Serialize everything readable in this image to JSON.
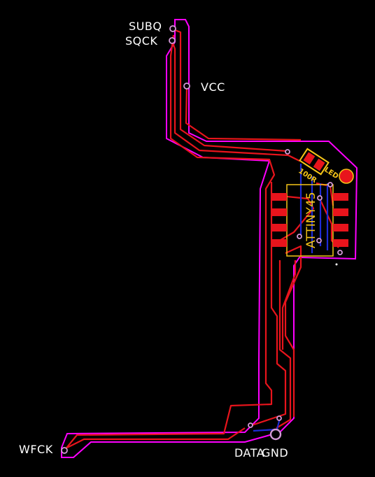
{
  "labels": {
    "subq": "SUBQ",
    "sqck": "SQCK",
    "vcc": "VCC",
    "wfck": "WFCK",
    "data": "DATA",
    "gnd": "GND",
    "chip": "ATTINY45",
    "led_resistor": "100R",
    "led": "LED"
  },
  "colors": {
    "background": "#000000",
    "outline": "#ff00ff",
    "trace_top": "#e8141c",
    "trace_bottom": "#1d2bd6",
    "silkscreen": "#f5c518",
    "pad": "#e8141c",
    "via": "#d49ad8",
    "text": "#ffffff"
  }
}
